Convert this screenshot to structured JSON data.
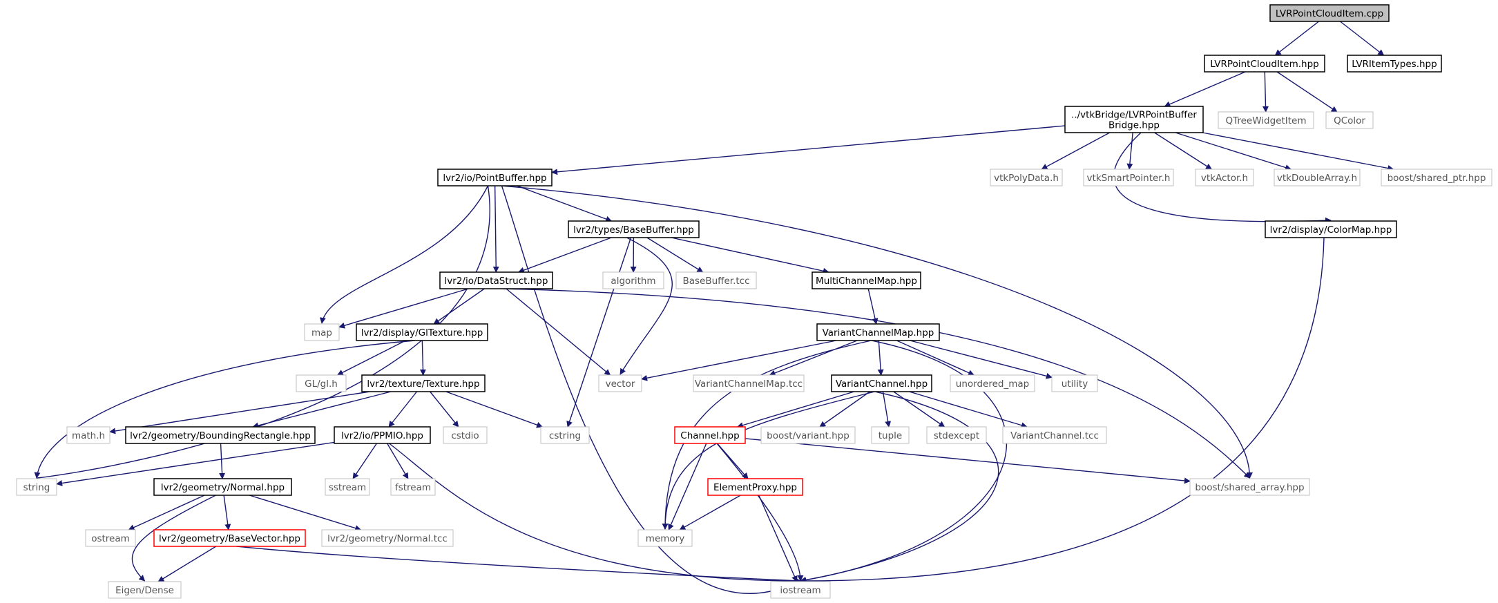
{
  "diagram": {
    "type": "include-dependency-graph",
    "root": "LVRPointCloudItem.cpp",
    "colors": {
      "edge": "#191970",
      "root_fill": "#bfbfbf",
      "documented_border": "#000000",
      "external_border": "#bfbfbf",
      "truncated_border": "#ff0000",
      "external_text": "#555555"
    },
    "nodes": [
      {
        "id": "root",
        "label": "LVRPointCloudItem.cpp",
        "kind": "root"
      },
      {
        "id": "lvrpci_hpp",
        "label": "LVRPointCloudItem.hpp",
        "kind": "documented"
      },
      {
        "id": "lvritemtypes",
        "label": "LVRItemTypes.hpp",
        "kind": "documented"
      },
      {
        "id": "pbbridge",
        "label": [
          "../vtkBridge/LVRPointBuffer",
          "Bridge.hpp"
        ],
        "kind": "documented"
      },
      {
        "id": "qtreewidget",
        "label": "QTreeWidgetItem",
        "kind": "external"
      },
      {
        "id": "qcolor",
        "label": "QColor",
        "kind": "external"
      },
      {
        "id": "pointbuffer",
        "label": "lvr2/io/PointBuffer.hpp",
        "kind": "documented"
      },
      {
        "id": "vtkpolydata",
        "label": "vtkPolyData.h",
        "kind": "external"
      },
      {
        "id": "vtksmartptr",
        "label": "vtkSmartPointer.h",
        "kind": "external"
      },
      {
        "id": "vtkactor",
        "label": "vtkActor.h",
        "kind": "external"
      },
      {
        "id": "vtkdoublearray",
        "label": "vtkDoubleArray.h",
        "kind": "external"
      },
      {
        "id": "boost_sharedptr",
        "label": "boost/shared_ptr.hpp",
        "kind": "external"
      },
      {
        "id": "basebuffer",
        "label": "lvr2/types/BaseBuffer.hpp",
        "kind": "documented"
      },
      {
        "id": "colormap",
        "label": "lvr2/display/ColorMap.hpp",
        "kind": "documented"
      },
      {
        "id": "datastruct",
        "label": "lvr2/io/DataStruct.hpp",
        "kind": "documented"
      },
      {
        "id": "algorithm",
        "label": "algorithm",
        "kind": "external"
      },
      {
        "id": "basebuffer_tcc",
        "label": "BaseBuffer.tcc",
        "kind": "external"
      },
      {
        "id": "multichannelmap",
        "label": "MultiChannelMap.hpp",
        "kind": "documented"
      },
      {
        "id": "map",
        "label": "map",
        "kind": "external"
      },
      {
        "id": "gltexture",
        "label": "lvr2/display/GlTexture.hpp",
        "kind": "documented"
      },
      {
        "id": "variantchannelmap",
        "label": "VariantChannelMap.hpp",
        "kind": "documented"
      },
      {
        "id": "glgl",
        "label": "GL/gl.h",
        "kind": "external"
      },
      {
        "id": "texture",
        "label": "lvr2/texture/Texture.hpp",
        "kind": "documented"
      },
      {
        "id": "vector",
        "label": "vector",
        "kind": "external"
      },
      {
        "id": "vcm_tcc",
        "label": "VariantChannelMap.tcc",
        "kind": "external"
      },
      {
        "id": "variantchannel",
        "label": "VariantChannel.hpp",
        "kind": "documented"
      },
      {
        "id": "unordered_map",
        "label": "unordered_map",
        "kind": "external"
      },
      {
        "id": "utility",
        "label": "utility",
        "kind": "external"
      },
      {
        "id": "mathh",
        "label": "math.h",
        "kind": "external"
      },
      {
        "id": "boundingrect",
        "label": "lvr2/geometry/BoundingRectangle.hpp",
        "kind": "documented"
      },
      {
        "id": "ppmio",
        "label": "lvr2/io/PPMIO.hpp",
        "kind": "documented"
      },
      {
        "id": "cstdio",
        "label": "cstdio",
        "kind": "external"
      },
      {
        "id": "cstring",
        "label": "cstring",
        "kind": "external"
      },
      {
        "id": "channel",
        "label": "Channel.hpp",
        "kind": "truncated"
      },
      {
        "id": "boost_variant",
        "label": "boost/variant.hpp",
        "kind": "external"
      },
      {
        "id": "tuple",
        "label": "tuple",
        "kind": "external"
      },
      {
        "id": "stdexcept",
        "label": "stdexcept",
        "kind": "external"
      },
      {
        "id": "vc_tcc",
        "label": "VariantChannel.tcc",
        "kind": "external"
      },
      {
        "id": "string",
        "label": "string",
        "kind": "external"
      },
      {
        "id": "normal",
        "label": "lvr2/geometry/Normal.hpp",
        "kind": "documented"
      },
      {
        "id": "sstream",
        "label": "sstream",
        "kind": "external"
      },
      {
        "id": "fstream",
        "label": "fstream",
        "kind": "external"
      },
      {
        "id": "elementproxy",
        "label": "ElementProxy.hpp",
        "kind": "truncated"
      },
      {
        "id": "boost_sharedarray",
        "label": "boost/shared_array.hpp",
        "kind": "external"
      },
      {
        "id": "ostream",
        "label": "ostream",
        "kind": "external"
      },
      {
        "id": "basevector",
        "label": "lvr2/geometry/BaseVector.hpp",
        "kind": "truncated"
      },
      {
        "id": "normal_tcc",
        "label": "lvr2/geometry/Normal.tcc",
        "kind": "external"
      },
      {
        "id": "memory",
        "label": "memory",
        "kind": "external"
      },
      {
        "id": "eigen",
        "label": "Eigen/Dense",
        "kind": "external"
      },
      {
        "id": "iostream",
        "label": "iostream",
        "kind": "external"
      }
    ],
    "edges": [
      [
        "root",
        "lvrpci_hpp"
      ],
      [
        "root",
        "lvritemtypes"
      ],
      [
        "lvrpci_hpp",
        "pbbridge"
      ],
      [
        "lvrpci_hpp",
        "qtreewidget"
      ],
      [
        "lvrpci_hpp",
        "qcolor"
      ],
      [
        "pbbridge",
        "pointbuffer"
      ],
      [
        "pbbridge",
        "vtkpolydata"
      ],
      [
        "pbbridge",
        "vtksmartptr"
      ],
      [
        "pbbridge",
        "vtkactor"
      ],
      [
        "pbbridge",
        "vtkdoublearray"
      ],
      [
        "pbbridge",
        "boost_sharedptr"
      ],
      [
        "pbbridge",
        "colormap"
      ],
      [
        "pointbuffer",
        "string"
      ],
      [
        "pointbuffer",
        "map"
      ],
      [
        "pointbuffer",
        "iostream"
      ],
      [
        "pointbuffer",
        "datastruct"
      ],
      [
        "pointbuffer",
        "basebuffer"
      ],
      [
        "pointbuffer",
        "boost_sharedarray"
      ],
      [
        "basebuffer",
        "datastruct"
      ],
      [
        "basebuffer",
        "cstring"
      ],
      [
        "basebuffer",
        "algorithm"
      ],
      [
        "basebuffer",
        "basebuffer_tcc"
      ],
      [
        "basebuffer",
        "multichannelmap"
      ],
      [
        "basebuffer",
        "vector"
      ],
      [
        "colormap",
        "iostream"
      ],
      [
        "datastruct",
        "map"
      ],
      [
        "datastruct",
        "gltexture"
      ],
      [
        "datastruct",
        "vector"
      ],
      [
        "datastruct",
        "boost_sharedarray"
      ],
      [
        "multichannelmap",
        "variantchannelmap"
      ],
      [
        "gltexture",
        "string"
      ],
      [
        "gltexture",
        "glgl"
      ],
      [
        "gltexture",
        "texture"
      ],
      [
        "variantchannelmap",
        "vector"
      ],
      [
        "variantchannelmap",
        "memory"
      ],
      [
        "variantchannelmap",
        "vcm_tcc"
      ],
      [
        "variantchannelmap",
        "variantchannel"
      ],
      [
        "variantchannelmap",
        "unordered_map"
      ],
      [
        "variantchannelmap",
        "utility"
      ],
      [
        "variantchannelmap",
        "iostream"
      ],
      [
        "texture",
        "mathh"
      ],
      [
        "texture",
        "boundingrect"
      ],
      [
        "texture",
        "ppmio"
      ],
      [
        "texture",
        "cstdio"
      ],
      [
        "texture",
        "cstring"
      ],
      [
        "variantchannel",
        "channel"
      ],
      [
        "variantchannel",
        "boost_variant"
      ],
      [
        "variantchannel",
        "tuple"
      ],
      [
        "variantchannel",
        "stdexcept"
      ],
      [
        "variantchannel",
        "vc_tcc"
      ],
      [
        "variantchannel",
        "iostream"
      ],
      [
        "variantchannel",
        "memory"
      ],
      [
        "boundingrect",
        "normal"
      ],
      [
        "ppmio",
        "string"
      ],
      [
        "ppmio",
        "sstream"
      ],
      [
        "ppmio",
        "fstream"
      ],
      [
        "ppmio",
        "iostream"
      ],
      [
        "channel",
        "elementproxy"
      ],
      [
        "channel",
        "memory"
      ],
      [
        "channel",
        "boost_sharedarray"
      ],
      [
        "channel",
        "iostream"
      ],
      [
        "normal",
        "ostream"
      ],
      [
        "normal",
        "basevector"
      ],
      [
        "normal",
        "normal_tcc"
      ],
      [
        "normal",
        "eigen"
      ],
      [
        "elementproxy",
        "memory"
      ],
      [
        "elementproxy",
        "iostream"
      ],
      [
        "basevector",
        "eigen"
      ],
      [
        "basevector",
        "iostream"
      ]
    ]
  }
}
